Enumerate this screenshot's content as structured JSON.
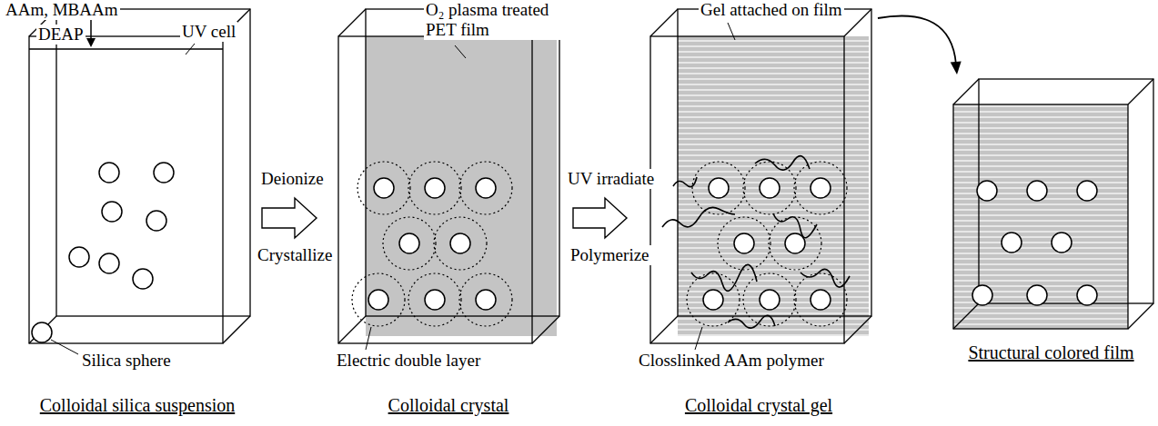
{
  "diagram": {
    "nodes": [
      {
        "text": [
          "Colloidal silica suspension"
        ]
      },
      {
        "text": [
          "Colloidal crystal"
        ]
      },
      {
        "text": [
          "Colloidal crystal gel"
        ]
      },
      {
        "text": [
          "Structural colored film"
        ]
      }
    ],
    "edges": [
      {
        "from": 0,
        "to": 1,
        "arrow": "to"
      },
      {
        "from": 1,
        "to": 2,
        "arrow": "to"
      },
      {
        "from": 2,
        "to": 3,
        "arrow": "to"
      }
    ],
    "labels": [
      "AAm, MBAAm",
      "DEAP",
      "UV cell",
      "Silica sphere",
      "O₂ plasma treated PET film",
      "Deionize",
      "Crystallize",
      "Electric double layer",
      "UV irradiate",
      "Polymerize",
      "Gel attached on film",
      "Closslinked AAm polymer"
    ]
  }
}
